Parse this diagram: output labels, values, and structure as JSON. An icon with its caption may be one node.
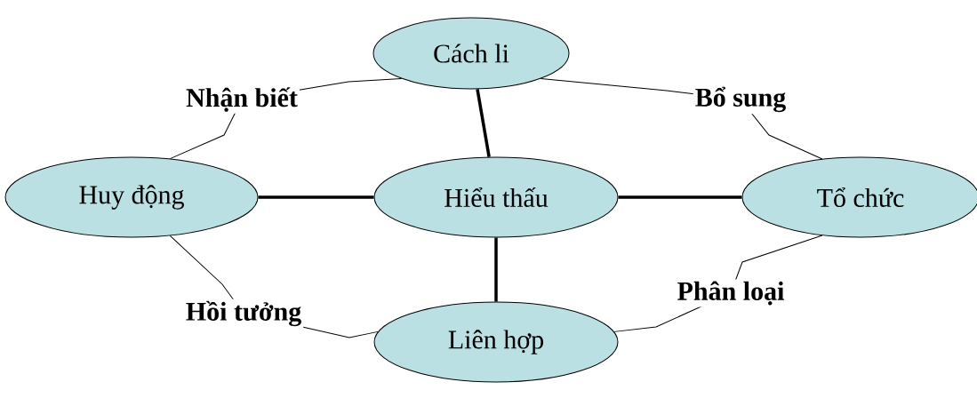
{
  "diagram": {
    "nodes": [
      {
        "text": [
          "Cách li"
        ]
      },
      {
        "text": [
          "Huy động"
        ]
      },
      {
        "text": [
          "Hiểu thấu"
        ]
      },
      {
        "text": [
          "Tổ chức"
        ]
      },
      {
        "text": [
          "Liên hợp"
        ]
      }
    ],
    "edges": [
      {
        "from": 2,
        "to": 0,
        "arrow": "none",
        "style": "thick"
      },
      {
        "from": 2,
        "to": 1,
        "arrow": "none",
        "style": "thick"
      },
      {
        "from": 2,
        "to": 3,
        "arrow": "none",
        "style": "thick"
      },
      {
        "from": 2,
        "to": 4,
        "arrow": "none",
        "style": "thick"
      },
      {
        "from": 0,
        "to": 1,
        "arrow": "none",
        "label": "Nhận biết"
      },
      {
        "from": 0,
        "to": 3,
        "arrow": "none",
        "label": "Bổ sung"
      },
      {
        "from": 3,
        "to": 4,
        "arrow": "none",
        "label": "Phân loại"
      },
      {
        "from": 1,
        "to": 4,
        "arrow": "none",
        "label": "Hồi tưởng"
      }
    ]
  }
}
